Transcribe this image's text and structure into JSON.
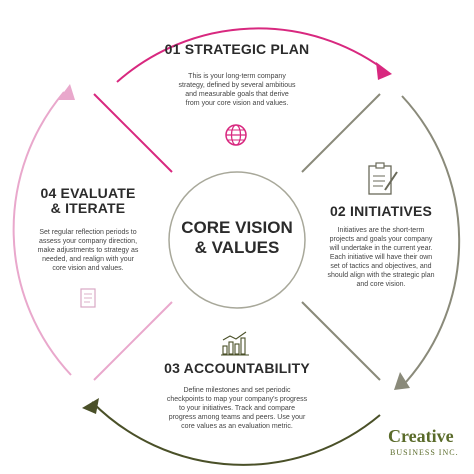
{
  "center": {
    "line1": "CORE VISION",
    "line2": "& VALUES"
  },
  "segments": [
    {
      "title": "01 STRATEGIC PLAN",
      "body": [
        "This is your long-term company",
        "strategy, defined by several ambitious",
        "and measurable goals that derive",
        "from your core vision and values."
      ],
      "icon": "globe-icon",
      "color": "#d8287f"
    },
    {
      "title": "02 INITIATIVES",
      "body": [
        "Initiatives are the short-term",
        "projects and goals your company",
        "will undertake in the current year.",
        "Each initiative will have their own",
        "set of tactics and objectives, and",
        "should align with the strategic plan",
        "and core vision."
      ],
      "icon": "clipboard-icon",
      "color": "#8a8a7a"
    },
    {
      "title": "03 ACCOUNTABILITY",
      "body": [
        "Define milestones and set periodic",
        "checkpoints to map your company's progress",
        "to your initiatives. Track and compare",
        "progress among teams and peers. Use your",
        "core values as an evaluation metric."
      ],
      "icon": "chart-icon",
      "color": "#4a5028"
    },
    {
      "title_line1": "04 EVALUATE",
      "title_line2": "& ITERATE",
      "body": [
        "Set regular reflection periods to",
        "assess your company direction,",
        "make adjustments to strategy as",
        "needed, and realign with your",
        "core vision and values."
      ],
      "icon": "document-icon",
      "color": "#e9a8cc"
    }
  ],
  "logo": {
    "main": "Creative",
    "sub": "BUSINESS INC."
  }
}
